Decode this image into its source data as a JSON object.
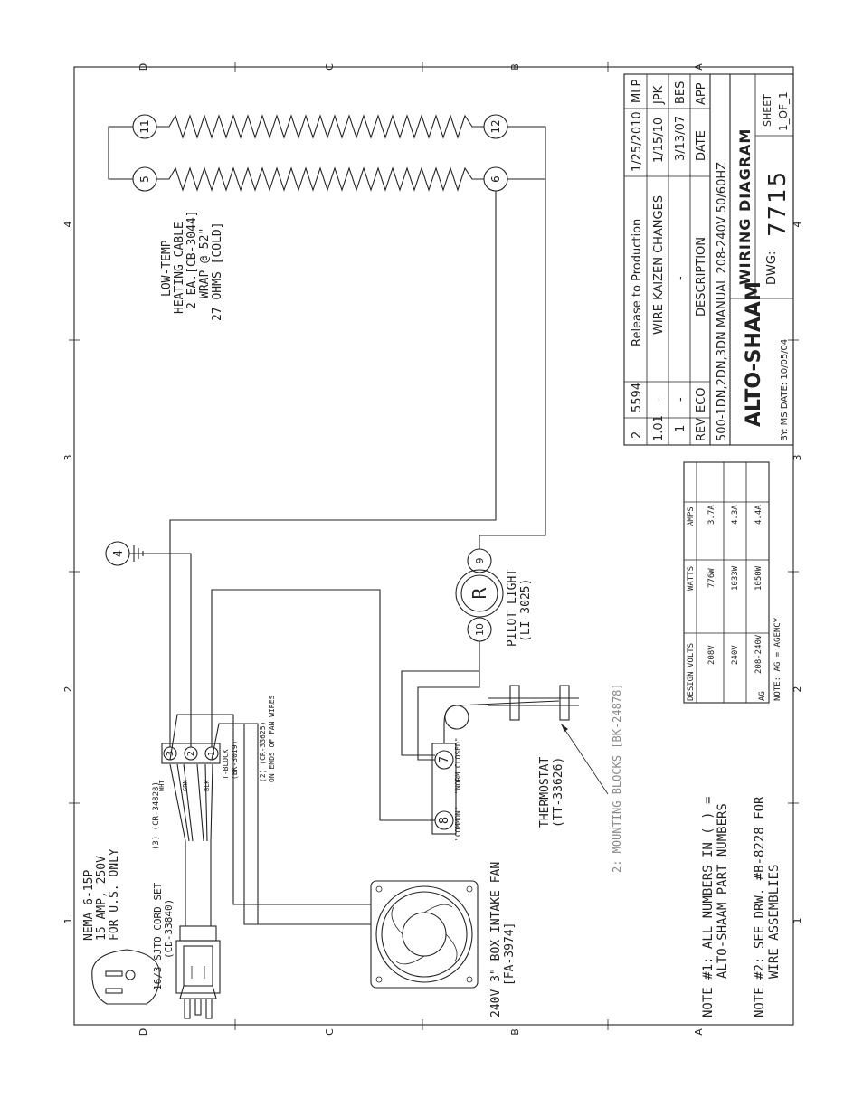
{
  "frame": {
    "zone_letters": [
      "D",
      "C",
      "B",
      "A"
    ],
    "zone_numbers": [
      "1",
      "2",
      "3",
      "4"
    ]
  },
  "notes": {
    "note1": [
      "NOTE #1: ALL NUMBERS IN ( ) =",
      "ALTO-SHAAM PART NUMBERS"
    ],
    "note2": [
      "NOTE #2: SEE DRW. #B-8228 FOR",
      "WIRE ASSEMBLIES"
    ]
  },
  "plug": {
    "label": [
      "NEMA 6-15P",
      "15 AMP, 250V",
      "FOR U.S. ONLY"
    ],
    "cord": [
      "16/3 SJTO CORD SET",
      "(CD-33840)"
    ]
  },
  "cord_connectors": "(3) (CR-34828)",
  "tblock": {
    "wires": [
      "WHT",
      "GRN",
      "BLK"
    ],
    "terminals": [
      "3",
      "2",
      "1"
    ],
    "label": [
      "T-BLOCK",
      "(BK-3019)"
    ]
  },
  "fan_wires": [
    "(2) (CR-33625)",
    "ON ENDS OF FAN WIRES"
  ],
  "fan": [
    "240V 3\" BOX INTAKE FAN",
    "[FA-3974]"
  ],
  "thermostat": {
    "label": [
      "THERMOSTAT",
      "(TT-33626)"
    ],
    "terminal_common": "8",
    "terminal_nc": "7",
    "common": "\"COMMON\"",
    "nc": "\"NORM CLOSED\""
  },
  "mounting": "2: MOUNTING BLOCKS [BK-24878]",
  "pilot": {
    "label": [
      "PILOT LIGHT",
      "(LI-3025)"
    ],
    "r": "R",
    "t10": "10",
    "t9": "9"
  },
  "ground_terminal": "4",
  "heater": {
    "label": [
      "LOW-TEMP",
      "HEATING CABLE",
      "2 EA.[CB-3044]",
      "WRAP @ 52\"",
      "27 OHMS [COLD]"
    ],
    "terminals": [
      "11",
      "12",
      "5",
      "6"
    ]
  },
  "ratings": {
    "title": "DESIGN",
    "headers": [
      "VOLTS",
      "WATTS",
      "AMPS"
    ],
    "tag": "AG",
    "rows": [
      [
        "208V",
        "776W",
        "3.7A"
      ],
      [
        "240V",
        "1033W",
        "4.3A"
      ],
      [
        "208-240V",
        "1050W",
        "4.4A"
      ]
    ],
    "note": "NOTE: AG = AGENCY"
  },
  "titleblock": {
    "revisions": [
      [
        "2",
        "5594",
        "Release to Production",
        "1/25/2010",
        "MLP"
      ],
      [
        "1.01",
        "-",
        "WIRE KAIZEN CHANGES",
        "1/15/10",
        "JPK"
      ],
      [
        "1",
        "-",
        "-",
        "3/13/07",
        "BES"
      ]
    ],
    "headers": [
      "REV",
      "ECO",
      "DESCRIPTION",
      "DATE",
      "APP"
    ],
    "model": "500-1DN,2DN,3DN  MANUAL  208-240V  50/60HZ",
    "brand": "ALTO-SHAAM",
    "title": "WIRING DIAGRAM",
    "dwg_label": "DWG:",
    "dwg_no": "7715",
    "sheet_label": "SHEET",
    "sheet_no": "1_OF_1",
    "by": "BY:  MS  DATE: 10/05/04"
  }
}
